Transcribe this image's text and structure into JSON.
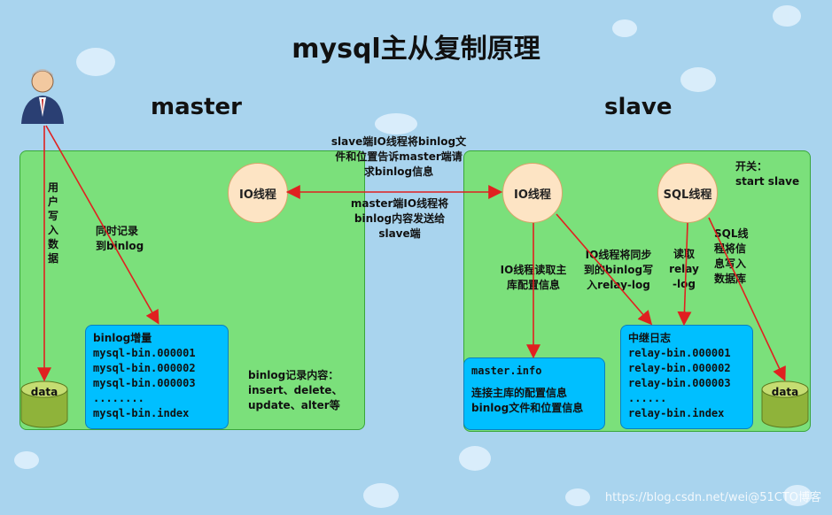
{
  "title": "mysql主从复制原理",
  "master_label": "master",
  "slave_label": "slave",
  "user_write_text": "用户写入数据",
  "sync_record_text": "同时记录\n到binlog",
  "io_thread_master": "IO线程",
  "io_thread_slave": "IO线程",
  "sql_thread": "SQL线程",
  "note_request": "slave端IO线程将binlog文\n件和位置告诉master端请\n求binlog信息",
  "note_send": "master端IO线程将\nbinlog内容发送给\nslave端",
  "switch_note": "开关：\nstart  slave",
  "note_read_master": "IO线程读取主\n库配置信息",
  "note_sync_relay": "IO线程将同步\n到的binlog写\n入relay-log",
  "note_read_relay": "读取\nrelay\n-log",
  "note_sql_write": "SQL线\n程将信\n息写入\n数据库",
  "binlog_box": {
    "title": "binlog增量",
    "lines": [
      "mysql-bin.000001",
      "mysql-bin.000002",
      "mysql-bin.000003",
      "........",
      "mysql-bin.index"
    ]
  },
  "binlog_note": "binlog记录内容：\ninsert、delete、\nupdate、alter等",
  "master_info_box": {
    "title": "master.info",
    "lines": [
      "连接主库的配置信息",
      "binlog文件和位置信息"
    ]
  },
  "relay_box": {
    "title": "中继日志",
    "lines": [
      "relay-bin.000001",
      "relay-bin.000002",
      "relay-bin.000003",
      "......",
      "relay-bin.index"
    ]
  },
  "data_master": "data",
  "data_slave": "data",
  "watermark": "https://blog.csdn.net/wei@51CTO博客",
  "colors": {
    "panel": "#7be07b",
    "thread": "#fde4c4",
    "box": "#00bfff",
    "arrow": "#e02020",
    "cylinder": "#a8c84a"
  }
}
